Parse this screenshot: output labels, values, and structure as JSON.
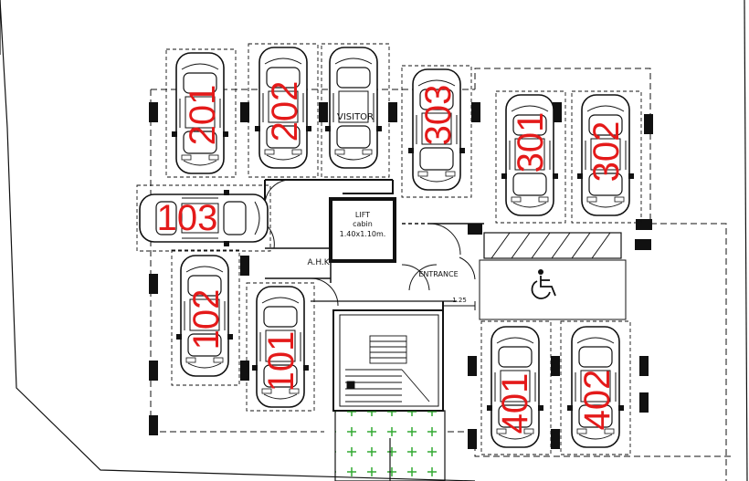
{
  "plan": {
    "lift": {
      "label": "LIFT",
      "sub1": "cabin",
      "sub2": "1.40x1.10m."
    },
    "ahk": "A.H.K.",
    "entrance": "ENTRANCE",
    "dimension": "1.25",
    "visitor": "VISITOR"
  },
  "bays": [
    {
      "number": "201",
      "rotation": -90
    },
    {
      "number": "202",
      "rotation": -90
    },
    {
      "number": "303",
      "rotation": -90
    },
    {
      "number": "301",
      "rotation": -90
    },
    {
      "number": "302",
      "rotation": -90
    },
    {
      "number": "103",
      "rotation": 0
    },
    {
      "number": "102",
      "rotation": -90
    },
    {
      "number": "101",
      "rotation": -90
    },
    {
      "number": "401",
      "rotation": -90
    },
    {
      "number": "402",
      "rotation": -90
    }
  ],
  "colors": {
    "bay_number": "#e41a1a",
    "line": "#111111",
    "planting": "#33aa33"
  },
  "icons": {
    "accessible": "wheelchair-icon"
  }
}
